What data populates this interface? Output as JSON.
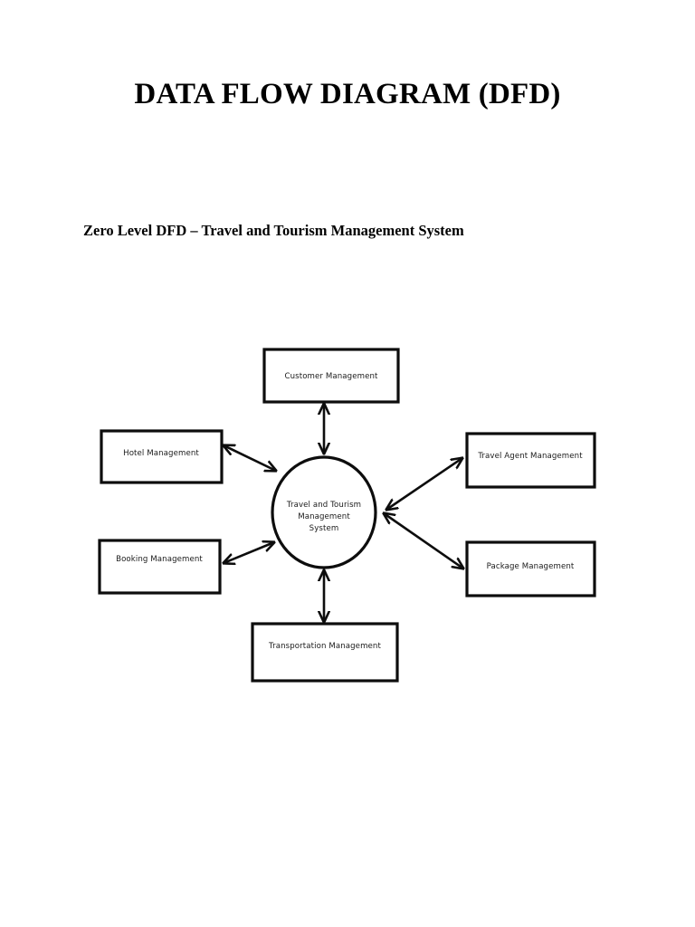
{
  "document": {
    "title": "DATA FLOW DIAGRAM (DFD)",
    "subtitle": "Zero Level DFD – Travel and Tourism Management System"
  },
  "diagram": {
    "type": "data-flow-diagram",
    "level": "Zero Level (Context Diagram)",
    "process": {
      "shape": "ellipse",
      "line1": "Travel and Tourism",
      "line2": "Management",
      "line3": "System"
    },
    "entities": [
      {
        "id": "customer-management",
        "label": "Customer Management",
        "position": "top"
      },
      {
        "id": "hotel-management",
        "label": "Hotel Management",
        "position": "left-upper"
      },
      {
        "id": "booking-management",
        "label": "Booking Management",
        "position": "left-lower"
      },
      {
        "id": "travel-agent-management",
        "label": "Travel Agent Management",
        "position": "right-upper"
      },
      {
        "id": "package-management",
        "label": "Package Management",
        "position": "right-lower"
      },
      {
        "id": "transportation-management",
        "label": "Transportation Management",
        "position": "bottom"
      }
    ],
    "flows": [
      {
        "from": "customer-management",
        "to": "process",
        "direction": "bidirectional"
      },
      {
        "from": "hotel-management",
        "to": "process",
        "direction": "bidirectional"
      },
      {
        "from": "booking-management",
        "to": "process",
        "direction": "bidirectional"
      },
      {
        "from": "travel-agent-management",
        "to": "process",
        "direction": "bidirectional"
      },
      {
        "from": "package-management",
        "to": "process",
        "direction": "bidirectional"
      },
      {
        "from": "transportation-management",
        "to": "process",
        "direction": "bidirectional"
      }
    ],
    "colors": {
      "stroke": "#0d0d0d",
      "fill": "#ffffff",
      "text": "#1a1a1a",
      "background": "#ffffff"
    }
  }
}
